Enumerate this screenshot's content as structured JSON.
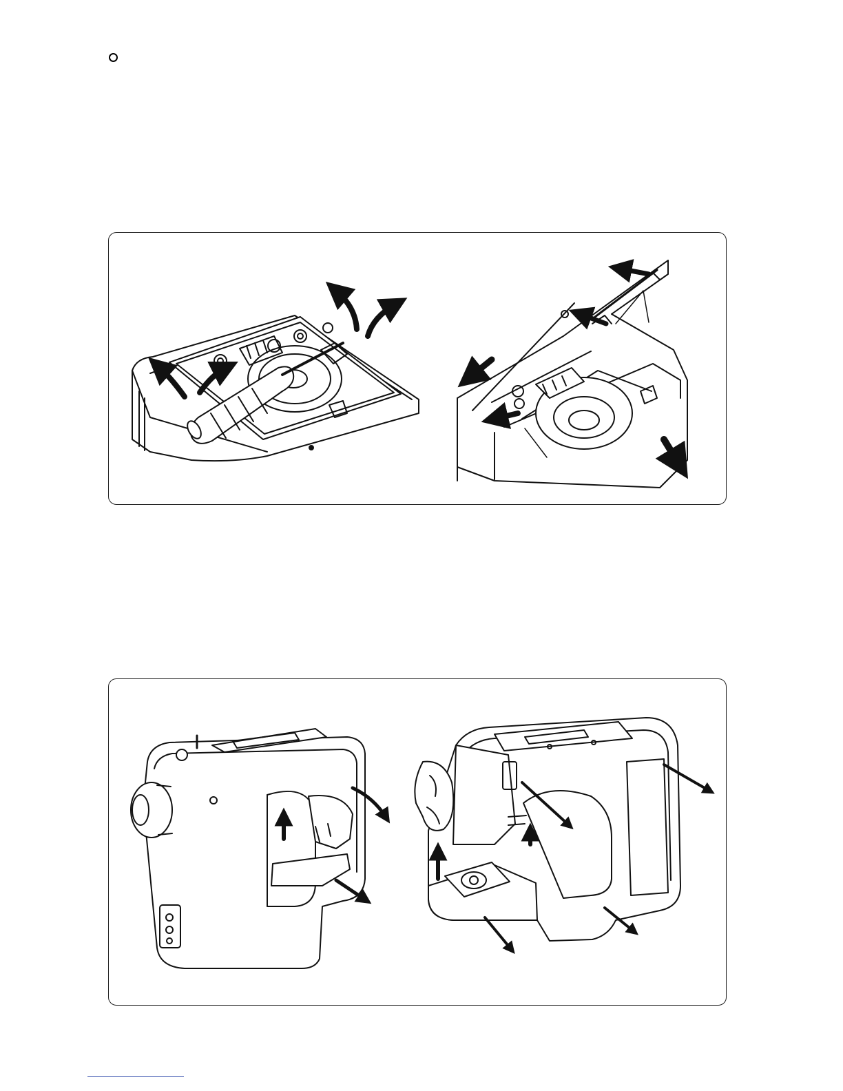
{
  "page": {
    "bullet_icon": "circle-bullet-icon",
    "footer_rule_color": "#2a44a8"
  },
  "figures": [
    {
      "id": "figure-1",
      "views": [
        {
          "id": "needle-plate-removal-view",
          "icon": "screwdriver-icon"
        },
        {
          "id": "bed-cover-removal-view",
          "icon": "arrow-icon"
        }
      ]
    },
    {
      "id": "figure-2",
      "views": [
        {
          "id": "machine-front-cover-view",
          "icon": "arrow-icon"
        },
        {
          "id": "machine-rear-cover-view",
          "icon": "arrow-icon"
        }
      ]
    }
  ]
}
